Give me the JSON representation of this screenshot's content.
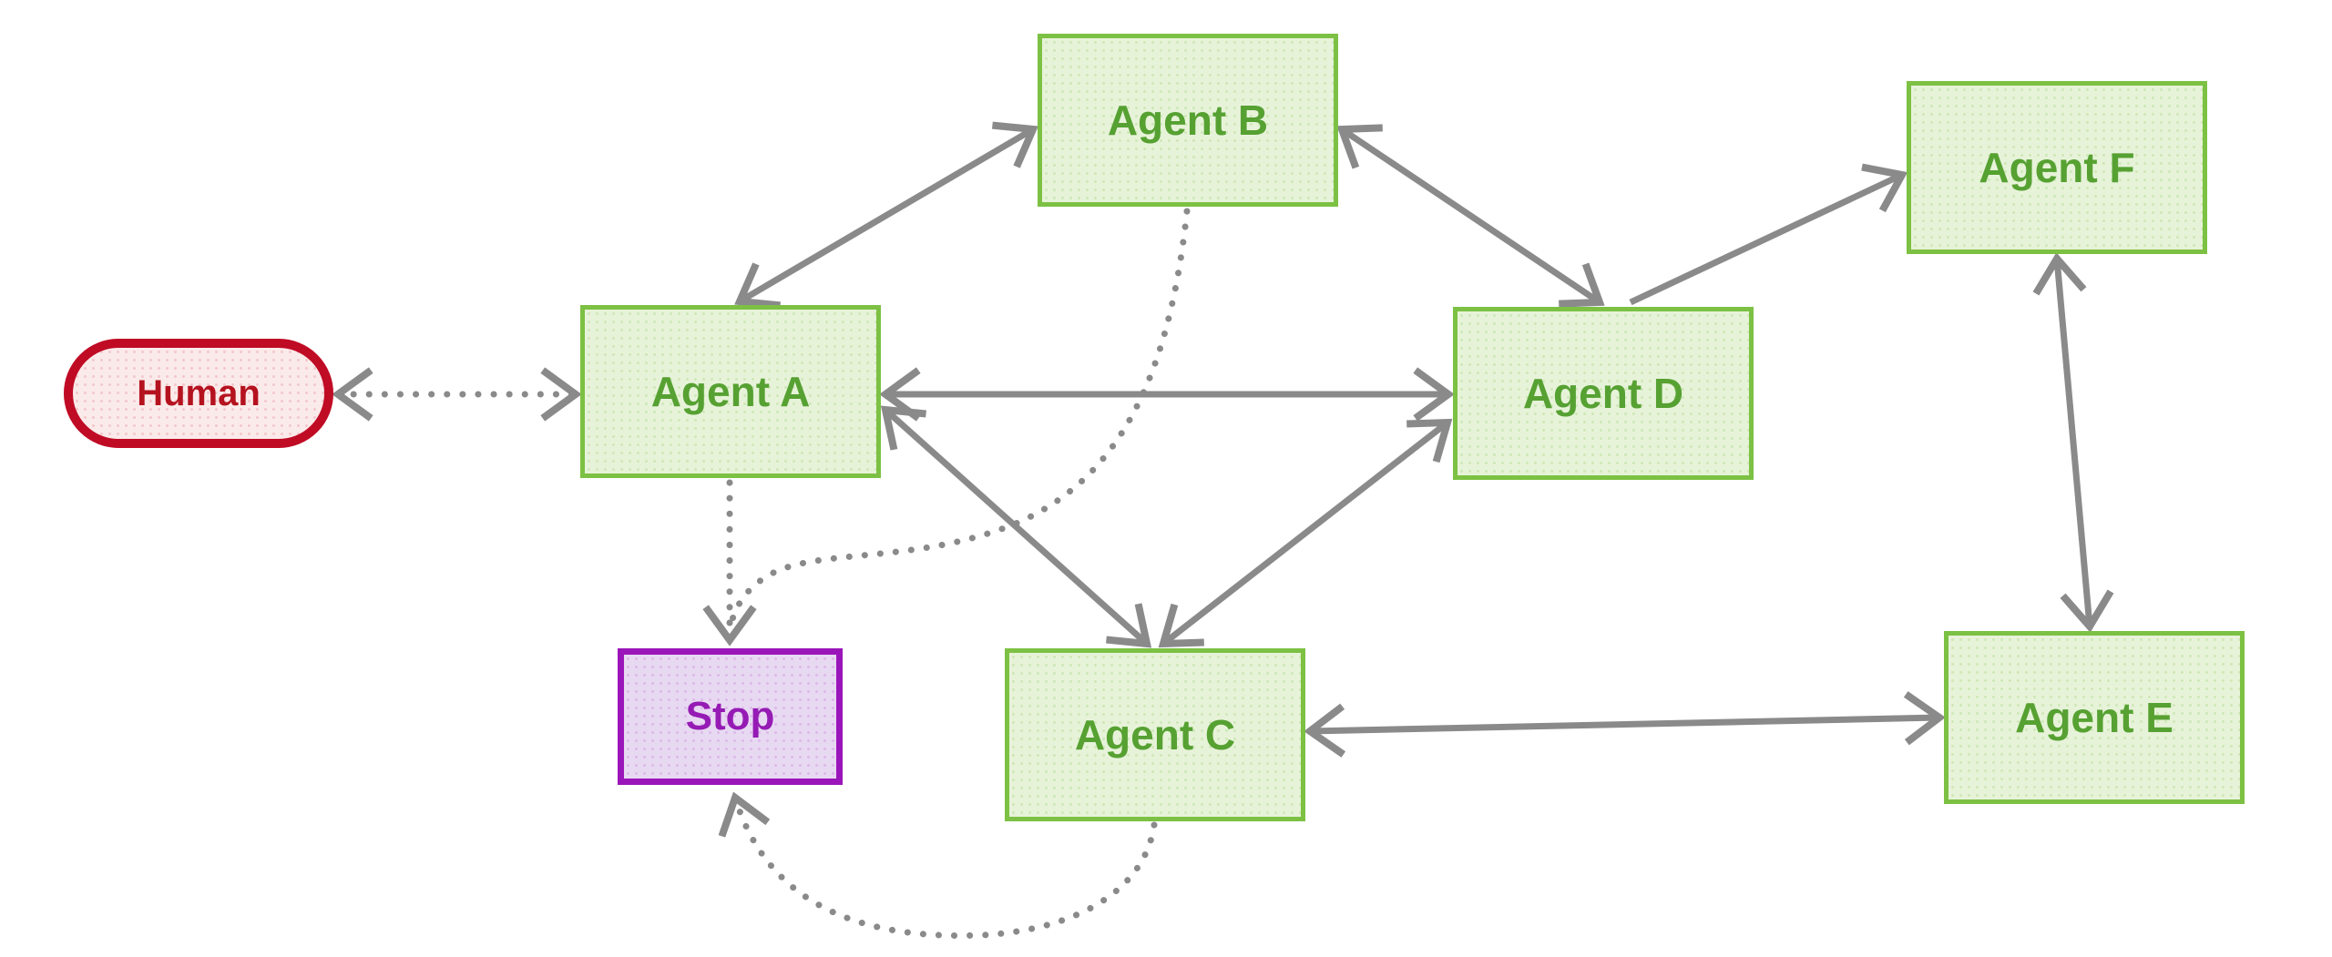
{
  "diagram": {
    "type": "agent-network-flowchart",
    "nodes": [
      {
        "id": "human",
        "label": "Human",
        "shape": "stadium",
        "role": "human"
      },
      {
        "id": "agent-a",
        "label": "Agent A",
        "shape": "rectangle",
        "role": "agent"
      },
      {
        "id": "agent-b",
        "label": "Agent B",
        "shape": "rectangle",
        "role": "agent"
      },
      {
        "id": "agent-c",
        "label": "Agent C",
        "shape": "rectangle",
        "role": "agent"
      },
      {
        "id": "agent-d",
        "label": "Agent D",
        "shape": "rectangle",
        "role": "agent"
      },
      {
        "id": "agent-e",
        "label": "Agent E",
        "shape": "rectangle",
        "role": "agent"
      },
      {
        "id": "agent-f",
        "label": "Agent F",
        "shape": "rectangle",
        "role": "agent"
      },
      {
        "id": "stop",
        "label": "Stop",
        "shape": "rectangle",
        "role": "terminator"
      }
    ],
    "edges": [
      {
        "from": "agent-a",
        "to": "agent-b",
        "style": "solid",
        "bidirectional": true
      },
      {
        "from": "agent-b",
        "to": "agent-d",
        "style": "solid",
        "bidirectional": true
      },
      {
        "from": "agent-a",
        "to": "agent-d",
        "style": "solid",
        "bidirectional": true
      },
      {
        "from": "agent-a",
        "to": "agent-c",
        "style": "solid",
        "bidirectional": true
      },
      {
        "from": "agent-c",
        "to": "agent-d",
        "style": "solid",
        "bidirectional": true
      },
      {
        "from": "agent-d",
        "to": "agent-f",
        "style": "solid",
        "bidirectional": false
      },
      {
        "from": "agent-f",
        "to": "agent-e",
        "style": "solid",
        "bidirectional": true
      },
      {
        "from": "agent-c",
        "to": "agent-e",
        "style": "solid",
        "bidirectional": true
      },
      {
        "from": "human",
        "to": "agent-a",
        "style": "dotted",
        "bidirectional": true
      },
      {
        "from": "agent-a",
        "to": "stop",
        "style": "dotted",
        "bidirectional": false
      },
      {
        "from": "agent-b",
        "to": "stop",
        "style": "dotted",
        "bidirectional": false
      },
      {
        "from": "agent-c",
        "to": "stop",
        "style": "dotted",
        "bidirectional": false
      }
    ]
  },
  "colors": {
    "background": "#ffffff",
    "agent_border": "#7cc143",
    "agent_fill": "#e7f3d9",
    "agent_text": "#56a132",
    "human_border": "#c00b25",
    "human_fill": "#fbeaea",
    "human_text": "#b5121f",
    "stop_border": "#9b16ba",
    "stop_fill": "#e8d9f2",
    "stop_text": "#951bb4",
    "edge_gray": "#8a8a8a"
  }
}
